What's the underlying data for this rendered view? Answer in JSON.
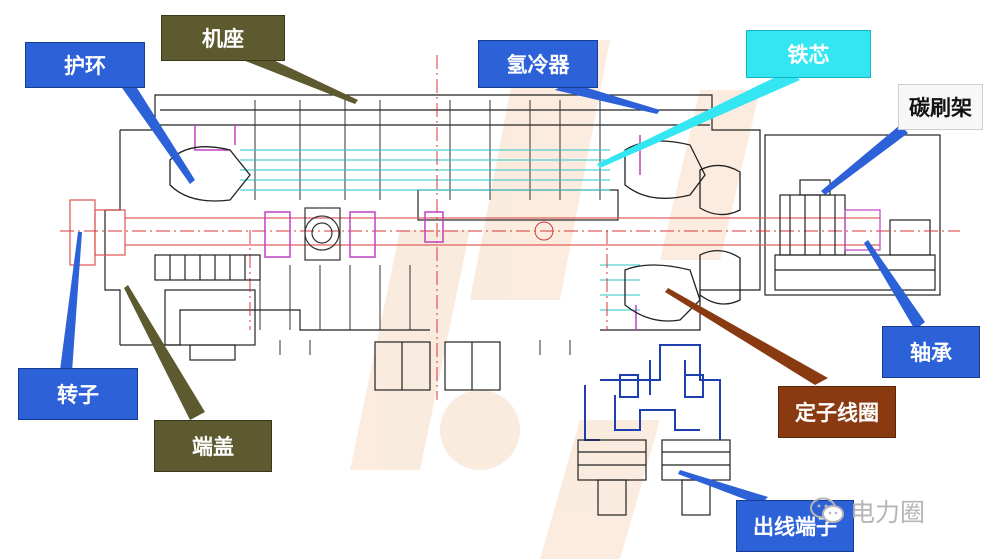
{
  "labels": {
    "jizuo": "机座",
    "huhuan": "护环",
    "qinglengqi": "氢冷器",
    "tiexin": "铁芯",
    "tanshuajia": "碳刷架",
    "zhuanzi": "转子",
    "duangai": "端盖",
    "zhoucheng": "轴承",
    "dingzixianquan": "定子线圈",
    "chuxianduanzi": "出线端子"
  },
  "watermark": {
    "text": "电力圈",
    "icon": "wechat-icon"
  },
  "colors": {
    "label_blue": "#2d61d8",
    "label_olive": "#5e5a2f",
    "label_cyan": "#33e6f2",
    "label_brown": "#8a3a10",
    "drawing_line": "#222222",
    "centerline": "#d43a3a",
    "magenta": "#c040c0",
    "cyan_lines": "#29c7c7",
    "busbar_blue": "#1f3fae",
    "shadow_orange": "#f3c9a6"
  }
}
